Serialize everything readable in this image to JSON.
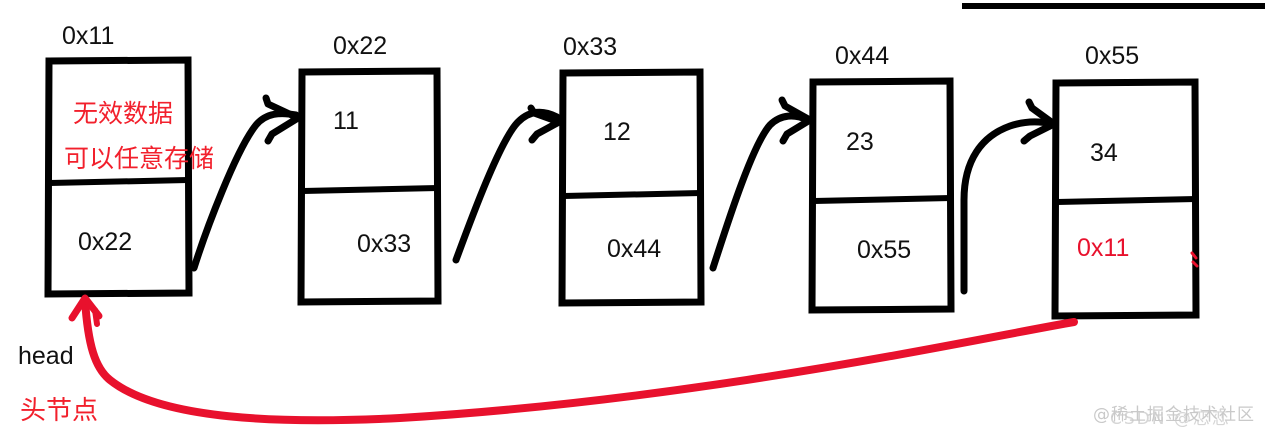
{
  "diagram": {
    "title_note": "circular singly linked list with sentinel head node",
    "nodes": [
      {
        "address": "0x11",
        "data": "无效数据",
        "data_line2": "可以任意存储",
        "next": "0x22",
        "data_color": "#f2202c",
        "next_color": "#111111"
      },
      {
        "address": "0x22",
        "data": "11",
        "data_line2": "",
        "next": "0x33",
        "data_color": "#111111",
        "next_color": "#111111"
      },
      {
        "address": "0x33",
        "data": "12",
        "data_line2": "",
        "next": "0x44",
        "data_color": "#111111",
        "next_color": "#111111"
      },
      {
        "address": "0x44",
        "data": "23",
        "data_line2": "",
        "next": "0x55",
        "data_color": "#111111",
        "next_color": "#111111"
      },
      {
        "address": "0x55",
        "data": "34",
        "data_line2": "",
        "next": "0x11",
        "data_color": "#111111",
        "next_color": "#e8112d"
      }
    ],
    "head_label": "head",
    "head_label_cn": "头节点",
    "colors": {
      "box_stroke": "#000000",
      "arrow": "#000000",
      "red_accent": "#e8112d",
      "red_text": "#f2202c",
      "background": "#ffffff"
    }
  },
  "watermark": {
    "front": "@稀土掘金技术社区",
    "back": "CSDN @恋恋"
  }
}
